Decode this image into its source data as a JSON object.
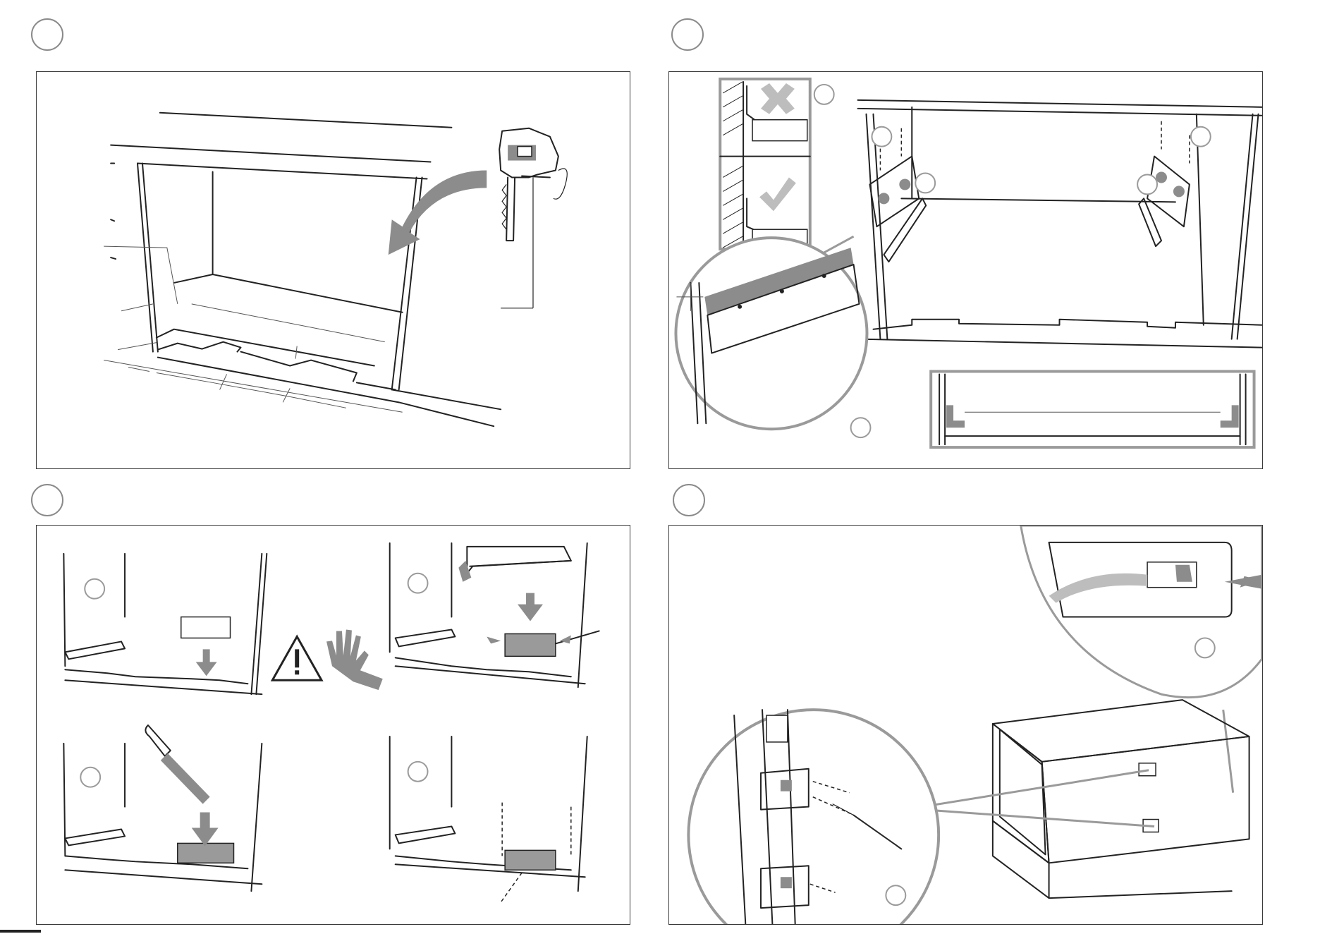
{
  "steps": [
    {
      "id": "step-1"
    },
    {
      "id": "step-2"
    },
    {
      "id": "step-3"
    },
    {
      "id": "step-4"
    }
  ],
  "icons": {
    "warning": "warning-triangle-icon",
    "glove": "cut-hazard-hand-icon",
    "ok": "checkmark-icon",
    "wrong": "cross-icon",
    "jigsaw": "jigsaw-icon",
    "hacksaw": "hacksaw-icon",
    "file": "file-tool-icon",
    "screwdriver": "screwdriver-icon"
  },
  "colors": {
    "line": "#222222",
    "accent_grey": "#8c8c8c",
    "callout": "#9a9a9a",
    "background": "#ffffff"
  }
}
